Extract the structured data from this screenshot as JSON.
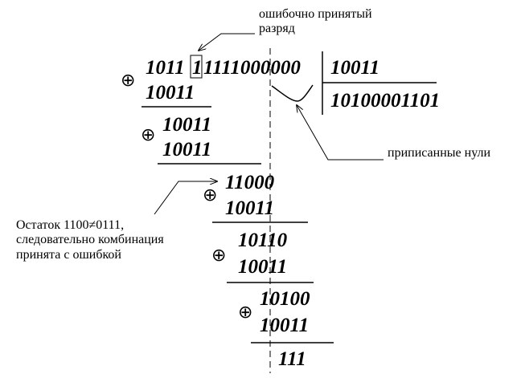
{
  "annotations": {
    "error_bit": [
      "ошибочно принятый",
      "разряд"
    ],
    "appended_zeros": "приписанные нули",
    "remainder": [
      "Остаток 1100≠0111,",
      "следовательно комбинация",
      "принята с ошибкой"
    ]
  },
  "division": {
    "dividend_left": "1011",
    "dividend_error_bit": "1",
    "dividend_right": "1111000000",
    "divisor": "10011",
    "quotient": "10100001101",
    "steps": [
      {
        "minuend": "",
        "subtrahend": "10011"
      },
      {
        "minuend": "10011",
        "subtrahend": "10011"
      },
      {
        "minuend": "11000",
        "subtrahend": "10011"
      },
      {
        "minuend": "10110",
        "subtrahend": "10011"
      },
      {
        "minuend": "10100",
        "subtrahend": "10011"
      }
    ],
    "remainder": "111"
  },
  "symbols": {
    "xor": "⊕"
  }
}
